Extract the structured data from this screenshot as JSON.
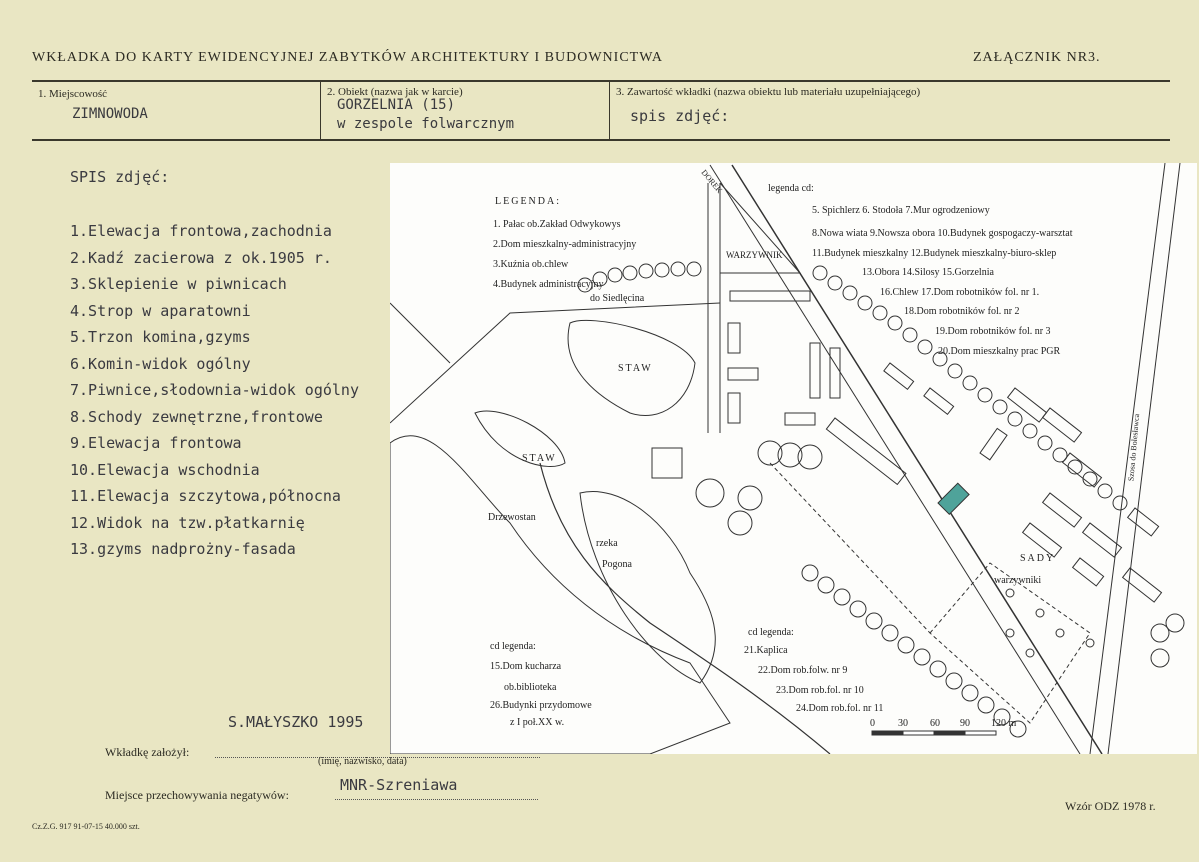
{
  "header": {
    "title": "WKŁADKA DO KARTY EWIDENCYJNEJ ZABYTKÓW ARCHITEKTURY I BUDOWNICTWA",
    "attachment": "ZAŁĄCZNIK NR3."
  },
  "fields": {
    "locality_label": "1. Miejscowość",
    "locality_value": "ZIMNOWODA",
    "object_label": "2. Obiekt (nazwa jak w karcie)",
    "object_value_1": "GORZELNIA (15)",
    "object_value_2": "w zespole folwarcznym",
    "content_label": "3. Zawartość wkładki (nazwa obiektu lub materiału uzupełniającego)",
    "content_value": "spis zdjęć:"
  },
  "photo_list": {
    "heading": "SPIS zdjęć:",
    "items": [
      "1.Elewacja frontowa,zachodnia",
      "2.Kadź zacierowa z ok.1905 r.",
      "3.Sklepienie w piwnicach",
      "4.Strop w aparatowni",
      "5.Trzon komina,gzyms",
      "6.Komin-widok ogólny",
      "7.Piwnice,słodownia-widok ogólny",
      "8.Schody zewnętrzne,frontowe",
      "9.Elewacja frontowa",
      "10.Elewacja wschodnia",
      "11.Elewacja szczytowa,północna",
      "12.Widok na tzw.płatkarnię",
      "13.gzyms nadprożny-fasada"
    ],
    "author": "S.MAŁYSZKO 1995"
  },
  "map": {
    "legend_title": "LEGENDA:",
    "legend_left": [
      "1. Pałac ob.Zakład Odwykowys",
      "2.Dom mieszkalny-administracyjny",
      "3.Kuźnia ob.chlew",
      "4.Budynek administracyjny"
    ],
    "legend_cd_title": "legenda cd:",
    "legend_cd": [
      "5. Spichlerz    6. Stodoła    7.Mur ogrodzeniowy",
      "8.Nowa wiata  9.Nowsza obora  10.Budynek gospogaczy-warsztat",
      "11.Budynek mieszkalny  12.Budynek mieszkalny-biuro-sklep",
      "13.Obora   14.Silosy  15.Gorzelnia",
      "16.Chlew   17.Dom robotników fol. nr 1.",
      "18.Dom robotników fol. nr 2",
      "19.Dom robotników fol. nr 3",
      "20.Dom mieszkalny prac PGR"
    ],
    "legend_bottom_left_title": "cd legenda:",
    "legend_bottom_left": [
      "15.Dom kucharza",
      "ob.biblioteka",
      "26.Budynki przydomowe",
      "z I poł.XX w."
    ],
    "legend_bottom_right_title": "cd legenda:",
    "legend_bottom_right": [
      "21.Kaplica",
      "22.Dom rob.folw. nr 9",
      "23.Dom rob.fol. nr 10",
      "24.Dom rob.fol. nr 11"
    ],
    "labels": {
      "warzywnik": "WARZYWNIK",
      "staw1": "STAW",
      "staw2": "STAW",
      "drzewostan": "Drzewostan",
      "rzeka": "rzeka",
      "pogona": "Pogona",
      "sady": "SADY",
      "warzywniki": "warzywniki",
      "road1": "DOREK",
      "road2": "Szosa do Bolesławca",
      "siedlecin": "do Siedlęcina"
    },
    "scale": [
      "0",
      "30",
      "60",
      "90",
      "120 m"
    ]
  },
  "footer": {
    "insert_label": "Wkładkę założył:",
    "insert_hint": "(imię, nazwisko, data)",
    "storage_label": "Miejsce przechowywania negatywów:",
    "storage_value": "MNR-Szreniawa",
    "model": "Wzór ODZ 1978 r.",
    "print_info": "Cz.Z.G. 917 91-07-15 40.000 szt."
  }
}
